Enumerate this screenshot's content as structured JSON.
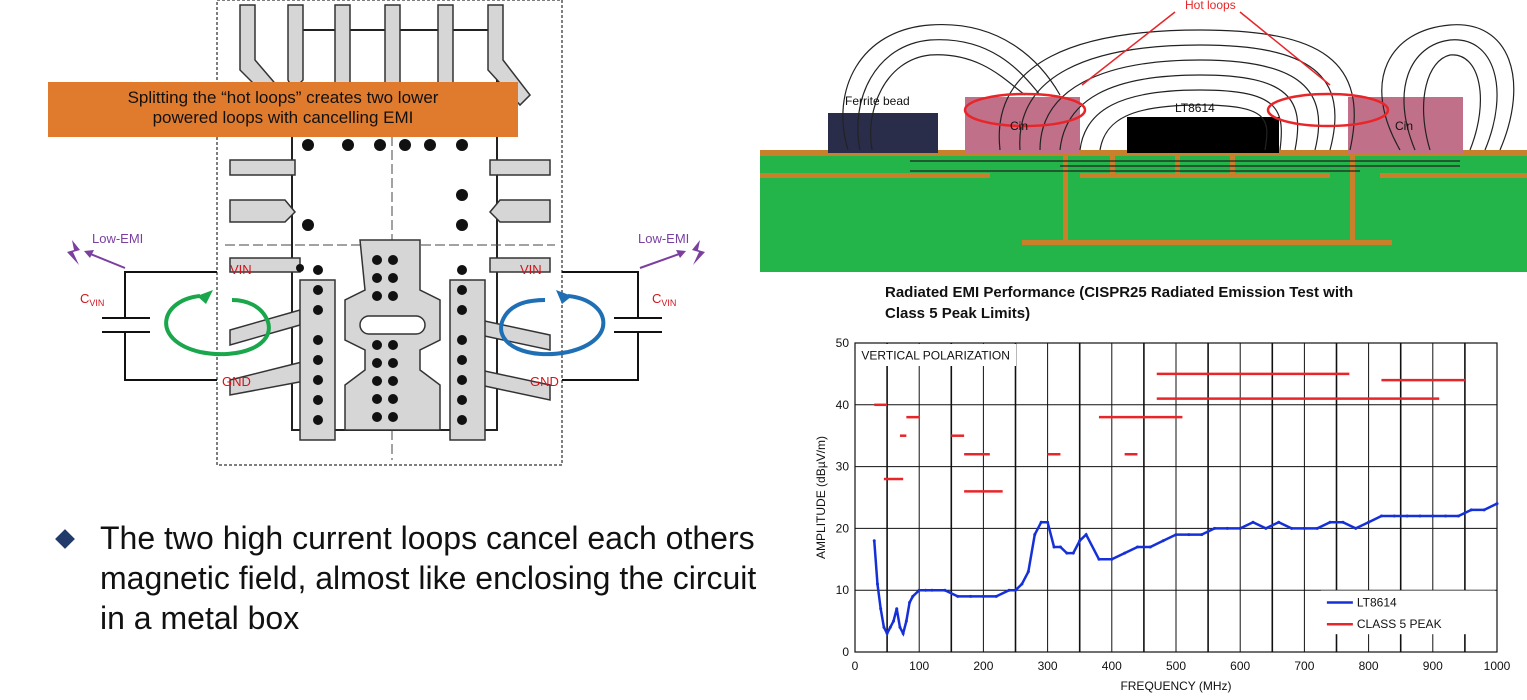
{
  "left": {
    "callout_line1": "Splitting the “hot loops” creates two lower",
    "callout_line2": "powered loops with cancelling EMI",
    "low_emi_left": "Low-EMI",
    "low_emi_right": "Low-EMI",
    "vin_left": "VIN",
    "vin_right": "VIN",
    "gnd_left": "GND",
    "gnd_right": "GND",
    "cvin_main": "C",
    "cvin_sub": "VIN",
    "colors": {
      "callout": "#e07b2e",
      "green_loop": "#1aa64b",
      "blue_loop": "#1f6fb5",
      "label_red": "#d2141c",
      "emi_purple": "#7b3fa0"
    }
  },
  "bullet": {
    "text": "The two high current loops cancel each others magnetic field, almost like enclosing the circuit in a metal box"
  },
  "pcb": {
    "hot_loops": "Hot loops",
    "ferrite_bead": "Ferrite bead",
    "cin_left": "Cin",
    "cin_right": "Cin",
    "chip": "LT8614",
    "colors": {
      "board": "#23b54a",
      "copper": "#c8802a",
      "cap": "#c07088",
      "bead": "#2a2d4a",
      "chip": "#000000"
    }
  },
  "chart_data": {
    "type": "line",
    "title": "Radiated EMI Performance (CISPR25 Radiated Emission Test with Class 5 Peak Limits)",
    "title_line1": "Radiated EMI Performance (CISPR25 Radiated Emission Test with",
    "title_line2": "Class 5 Peak Limits)",
    "annotation": "VERTICAL POLARIZATION",
    "xlabel": "FREQUENCY (MHz)",
    "ylabel": "AMPLITUDE (dBµV/m)",
    "xlim": [
      0,
      1000
    ],
    "ylim": [
      0,
      50
    ],
    "xticks": [
      0,
      100,
      200,
      300,
      400,
      500,
      600,
      700,
      800,
      900,
      1000
    ],
    "yticks": [
      0,
      10,
      20,
      30,
      40,
      50
    ],
    "legend_position": "bottom-right",
    "series": [
      {
        "name": "LT8614",
        "color": "#1530d8",
        "x": [
          30,
          35,
          40,
          45,
          50,
          55,
          60,
          65,
          70,
          75,
          80,
          85,
          90,
          100,
          110,
          120,
          140,
          160,
          180,
          200,
          220,
          240,
          250,
          260,
          270,
          280,
          290,
          300,
          310,
          320,
          330,
          340,
          350,
          360,
          380,
          400,
          420,
          440,
          460,
          480,
          500,
          520,
          540,
          560,
          580,
          600,
          620,
          640,
          660,
          680,
          700,
          720,
          740,
          760,
          780,
          800,
          820,
          840,
          860,
          880,
          900,
          920,
          940,
          960,
          980,
          1000
        ],
        "y": [
          18,
          11,
          7,
          4,
          3,
          4,
          5,
          7,
          4,
          3,
          5,
          8,
          9,
          10,
          10,
          10,
          10,
          9,
          9,
          9,
          9,
          10,
          10,
          11,
          13,
          19,
          21,
          21,
          17,
          17,
          16,
          16,
          18,
          19,
          15,
          15,
          16,
          17,
          17,
          18,
          19,
          19,
          19,
          20,
          20,
          20,
          21,
          20,
          21,
          20,
          20,
          20,
          21,
          21,
          20,
          21,
          22,
          22,
          22,
          22,
          22,
          22,
          22,
          23,
          23,
          24
        ]
      }
    ],
    "limits": {
      "name": "CLASS 5 PEAK",
      "color": "#e8262a",
      "segments": [
        {
          "x": [
            30,
            50
          ],
          "y": 40
        },
        {
          "x": [
            45,
            75
          ],
          "y": 28
        },
        {
          "x": [
            70,
            80
          ],
          "y": 35
        },
        {
          "x": [
            80,
            100
          ],
          "y": 38
        },
        {
          "x": [
            150,
            170
          ],
          "y": 35
        },
        {
          "x": [
            170,
            210
          ],
          "y": 32
        },
        {
          "x": [
            170,
            230
          ],
          "y": 26
        },
        {
          "x": [
            300,
            320
          ],
          "y": 32
        },
        {
          "x": [
            380,
            440
          ],
          "y": 38
        },
        {
          "x": [
            440,
            510
          ],
          "y": 38
        },
        {
          "x": [
            420,
            440
          ],
          "y": 32
        },
        {
          "x": [
            470,
            770
          ],
          "y": 45
        },
        {
          "x": [
            470,
            910
          ],
          "y": 41
        },
        {
          "x": [
            820,
            950
          ],
          "y": 44
        }
      ]
    }
  }
}
